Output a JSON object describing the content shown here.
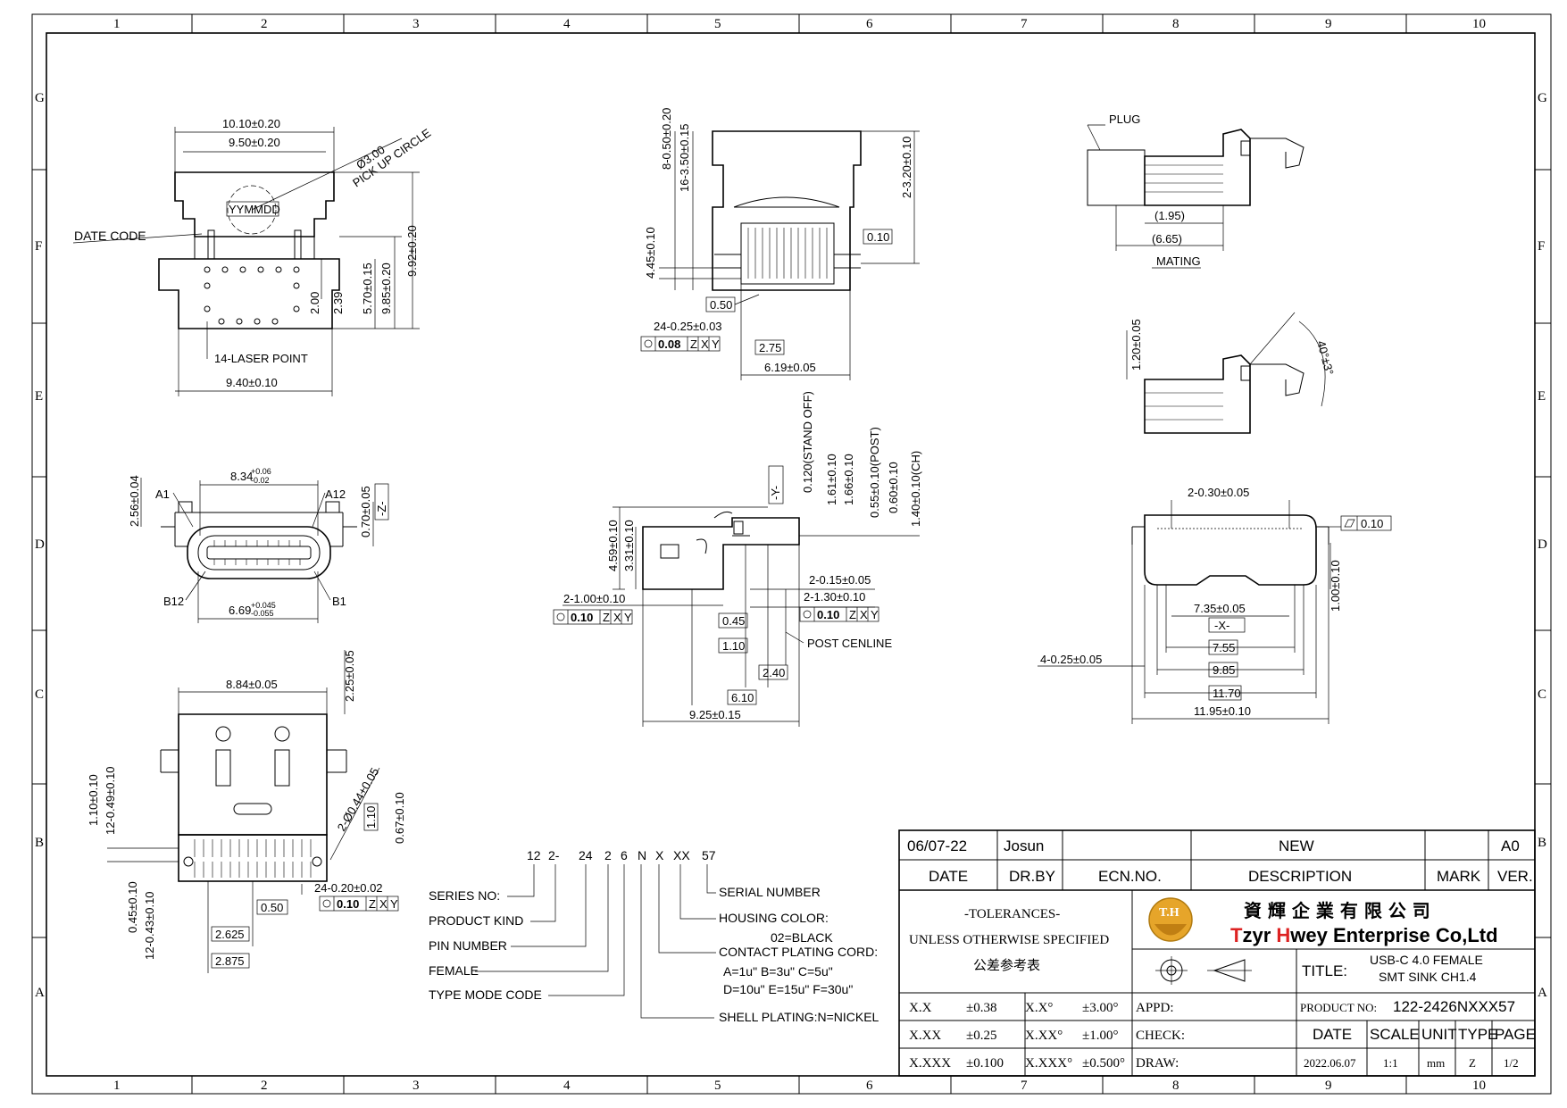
{
  "frame": {
    "columns": [
      "1",
      "2",
      "3",
      "4",
      "5",
      "6",
      "7",
      "8",
      "9",
      "10"
    ],
    "rows": [
      "G",
      "F",
      "E",
      "D",
      "C",
      "B",
      "A"
    ]
  },
  "top_view": {
    "dims": [
      "10.10±0.20",
      "9.50±0.20",
      "9.85±0.20",
      "9.92±0.20",
      "5.70±0.15",
      "2.00",
      "2.39",
      "9.40±0.10"
    ],
    "pickup": "Ø3.00",
    "pickup_label": "PICK UP CIRCLE",
    "date_stamp": "YYMMDD",
    "date_code": "DATE CODE",
    "laser": "14-LASER POINT"
  },
  "front_view": {
    "dims": [
      "8.34",
      "+0.06",
      "-0.02",
      "2.56±0.04",
      "0.70±0.05",
      "6.69",
      "+0.045",
      "-0.055"
    ],
    "pins": [
      "A1",
      "A12",
      "B12",
      "B1"
    ],
    "datum": "-Z-"
  },
  "bottom_view": {
    "dims": [
      "8.84±0.05",
      "2.25±0.05",
      "1.10±0.10",
      "12-0.49±0.10",
      "2-Ø0.44±0.05",
      "1.10",
      "0.67±0.10",
      "24-0.20±0.02",
      "0.50",
      "0.45±0.10",
      "12-0.43±0.10",
      "2.625",
      "2.875"
    ],
    "fcf": [
      "0.10",
      "Z",
      "X",
      "Y"
    ]
  },
  "section_view": {
    "dims": [
      "8-0.50±0.20",
      "16-3.50±0.15",
      "2-3.20±0.10",
      "4.45±0.10",
      "0.10",
      "0.50",
      "24-0.25±0.03",
      "2.75",
      "6.19±0.05"
    ],
    "fcf": [
      "0.08",
      "Z",
      "X",
      "Y"
    ]
  },
  "side_view": {
    "dims": [
      "0.120(STAND OFF)",
      "1.61±0.10",
      "1.66±0.10",
      "0.55±0.10(POST)",
      "0.60±0.10",
      "1.40±0.10(CH)",
      "4.59±0.10",
      "3.31±0.10",
      "2-1.00±0.10",
      "2-0.15±0.05",
      "2-1.30±0.10",
      "0.45",
      "1.10",
      "2.40",
      "6.10",
      "9.25±0.15"
    ],
    "datum": "-Y-",
    "post": "POST CENLINE",
    "fcf1": [
      "0.10",
      "Z",
      "X",
      "Y"
    ],
    "fcf2": [
      "0.10",
      "Z",
      "X",
      "Y"
    ]
  },
  "mating_view": {
    "plug": "PLUG",
    "dims": [
      "(1.95)",
      "(6.65)"
    ],
    "mating": "MATING"
  },
  "angle_view": {
    "dims": [
      "1.20±0.05",
      "40°±3°"
    ]
  },
  "end_view": {
    "dims": [
      "2-0.30±0.05",
      "0.10",
      "1.00±0.10",
      "7.35±0.05",
      "7.55",
      "9.85",
      "11.70",
      "11.95±0.10",
      "4-0.25±0.05"
    ],
    "datum": "-X-"
  },
  "part_code": {
    "code": [
      "12",
      "2-",
      "24",
      "2",
      "6",
      "N",
      "X",
      "XX",
      "57"
    ],
    "left_labels": [
      "SERIES NO:",
      "PRODUCT KIND",
      "PIN NUMBER",
      "FEMALE",
      "TYPE MODE CODE"
    ],
    "serial": "SERIAL NUMBER",
    "housing": "HOUSING COLOR:",
    "housing_val": "02=BLACK",
    "contact": "CONTACT PLATING CORD:",
    "contact_1": "A=1u\"  B=3u\"  C=5u\"",
    "contact_2": "D=10u\" E=15u\" F=30u\"",
    "shell": "SHELL PLATING:N=NICKEL"
  },
  "title_block": {
    "rev_date": "06/07-22",
    "rev_by": "Josun",
    "rev_desc": "NEW",
    "rev_ver": "A0",
    "hdr_date": "DATE",
    "hdr_drby": "DR.BY",
    "hdr_ecn": "ECN.NO.",
    "hdr_desc": "DESCRIPTION",
    "hdr_mark": "MARK",
    "hdr_ver": "VER.",
    "tol_title": "-TOLERANCES-",
    "tol_sub": "UNLESS OTHERWISE SPECIFIED",
    "tol_cn": "公差参考表",
    "logo": "T.H",
    "company_cn": "資 輝 企 業 有 限 公 司",
    "company_en_t": "T",
    "company_en_1": "zyr ",
    "company_en_h": "H",
    "company_en_2": "wey Enterprise Co,Ltd",
    "title_lbl": "TITLE:",
    "title_1": "USB-C 4.0 FEMALE",
    "title_2": "SMT SINK CH1.4",
    "tol_rows": [
      [
        "X.X",
        "±0.38",
        "X.X°",
        "±3.00°"
      ],
      [
        "X.XX",
        "±0.25",
        "X.XX°",
        "±1.00°"
      ],
      [
        "X.XXX",
        "±0.100",
        "X.XXX°",
        "±0.500°"
      ]
    ],
    "appd": "APPD:",
    "check": "CHECK:",
    "draw": "DRAW:",
    "product_lbl": "PRODUCT NO:",
    "product_no": "122-2426NXXX57",
    "col_date": "DATE",
    "col_scale": "SCALE",
    "col_unit": "UNIT",
    "col_type": "TYPE",
    "col_page": "PAGE",
    "val_date": "2022.06.07",
    "val_scale": "1:1",
    "val_unit": "mm",
    "val_type": "Z",
    "val_page": "1/2"
  }
}
